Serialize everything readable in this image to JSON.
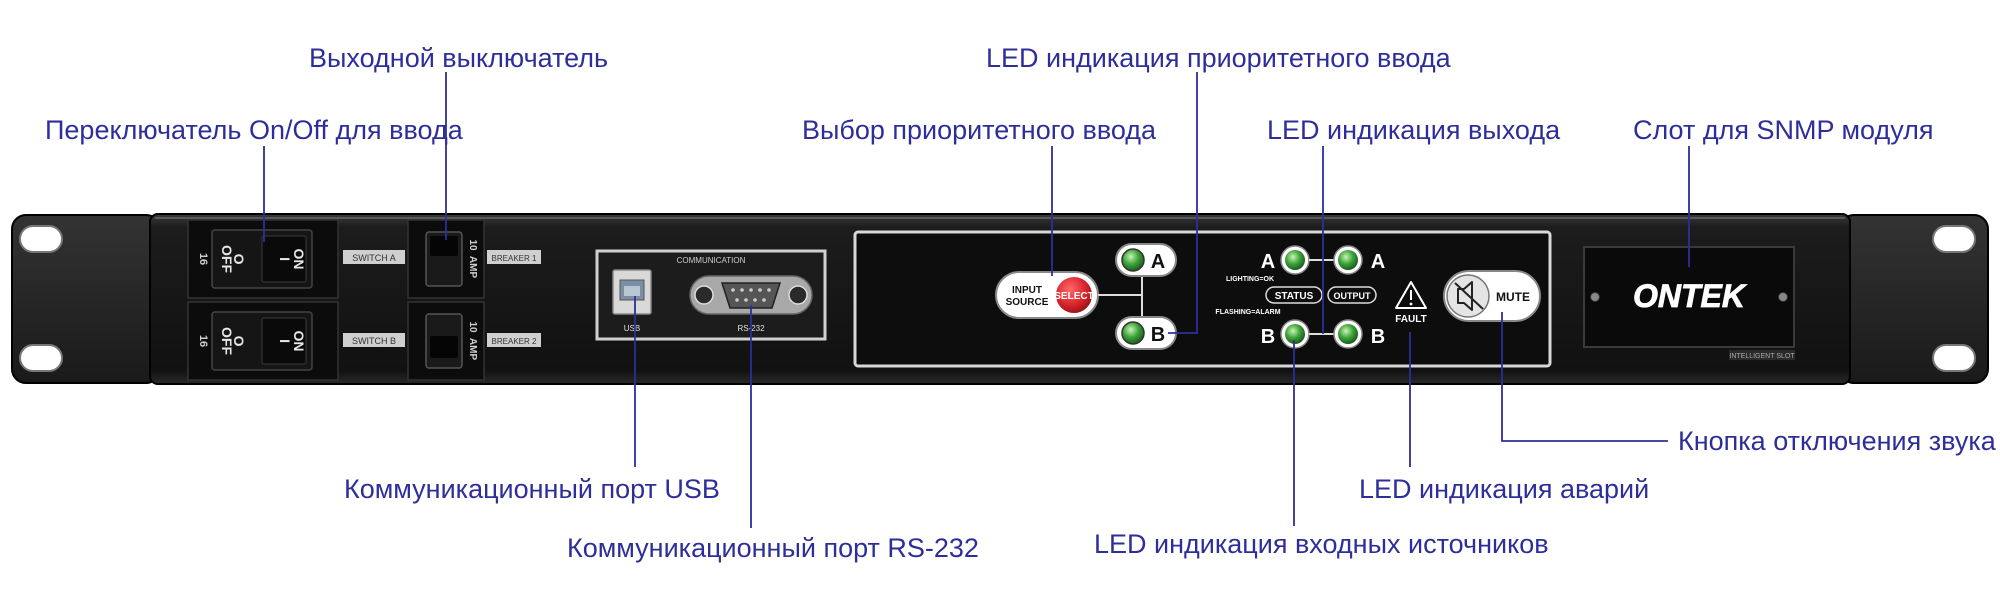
{
  "callouts": {
    "output_breaker": "Выходной выключатель",
    "input_switch": "Переключатель On/Off для ввода",
    "priority_led": "LED индикация приоритетного ввода",
    "priority_select": "Выбор приоритетного ввода",
    "output_led": "LED индикация выхода",
    "snmp_slot": "Слот для SNMP модуля",
    "mute_button": "Кнопка отключения звука",
    "usb_port": "Коммуникационный порт USB",
    "fault_led": "LED индикация аварий",
    "rs232_port": "Коммуникационный порт RS-232",
    "source_led": "LED индикация входных источников"
  },
  "device": {
    "switch_on": "ON",
    "switch_on_symbol": "I",
    "switch_off": "OFF",
    "switch_off_symbol": "O",
    "switch_rating": "16",
    "switch_a": "SWITCH A",
    "switch_b": "SWITCH B",
    "breaker_rating": "10",
    "breaker_unit": "AMP",
    "breaker_1": "BREAKER 1",
    "breaker_2": "BREAKER 2",
    "communication": "COMMUNICATION",
    "usb": "USB",
    "rs232": "RS-232",
    "input_source_1": "INPUT",
    "input_source_2": "SOURCE",
    "select": "SELECT",
    "a": "A",
    "b": "B",
    "lighting_ok": "LIGHTING=OK",
    "flashing_alarm": "FLASHING=ALARM",
    "status": "STATUS",
    "output": "OUTPUT",
    "fault": "FAULT",
    "mute": "MUTE",
    "brand": "ONTEK",
    "snmp_caption": "INTELLIGENT SLOT"
  },
  "colors": {
    "callout_text": "#2e2e9a",
    "led_green": "#3ea33a",
    "select_red": "#d8232a",
    "panel_black": "#141414"
  }
}
